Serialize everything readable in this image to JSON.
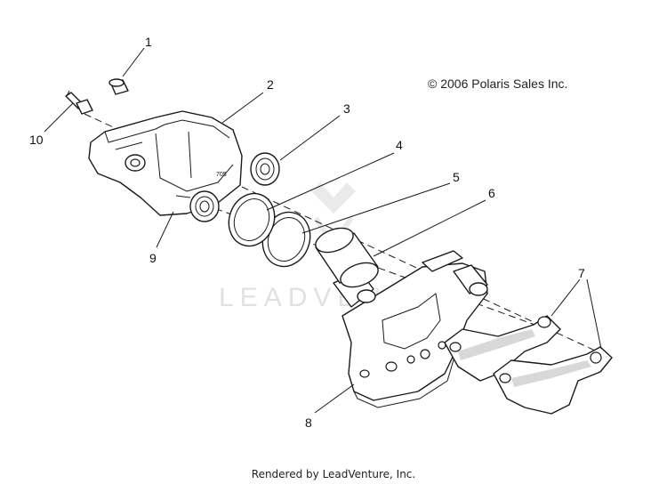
{
  "copyright": "© 2006 Polaris Sales Inc.",
  "watermark": "LEADVENTURE",
  "footer": "Rendered by LeadVenture, Inc.",
  "callouts": {
    "c1": "1",
    "c2": "2",
    "c3": "3",
    "c4": "4",
    "c5": "5",
    "c6": "6",
    "c7": "7",
    "c8": "8",
    "c9": "9",
    "c10": "10"
  },
  "caliper_stamp": "705"
}
